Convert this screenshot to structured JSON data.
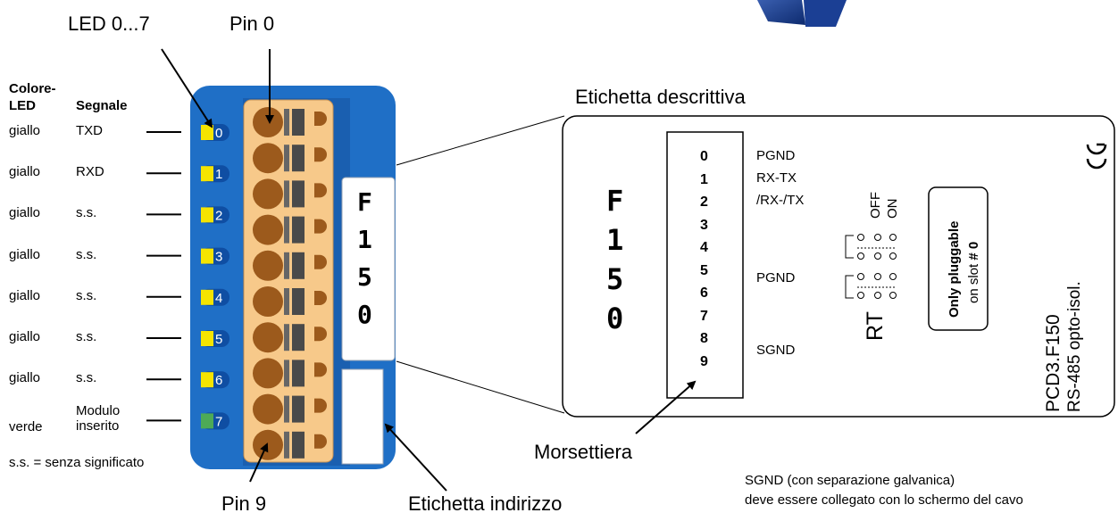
{
  "callouts": {
    "led_range": "LED 0...7",
    "pin0": "Pin 0",
    "pin9": "Pin 9",
    "address_label": "Etichetta indirizzo",
    "terminal_block": "Morsettiera",
    "descriptive_label": "Etichetta descrittiva"
  },
  "table": {
    "header_color_line1": "Colore-",
    "header_color_line2": "LED",
    "header_signal": "Segnale",
    "rows": [
      {
        "color": "giallo",
        "signal": "TXD",
        "led": "0",
        "led_color": "#f5e400"
      },
      {
        "color": "giallo",
        "signal": "RXD",
        "led": "1",
        "led_color": "#f5e400"
      },
      {
        "color": "giallo",
        "signal": "s.s.",
        "led": "2",
        "led_color": "#f5e400"
      },
      {
        "color": "giallo",
        "signal": "s.s.",
        "led": "3",
        "led_color": "#f5e400"
      },
      {
        "color": "giallo",
        "signal": "s.s.",
        "led": "4",
        "led_color": "#f5e400"
      },
      {
        "color": "giallo",
        "signal": "s.s.",
        "led": "5",
        "led_color": "#f5e400"
      },
      {
        "color": "giallo",
        "signal": "s.s.",
        "led": "6",
        "led_color": "#f5e400"
      },
      {
        "color": "verde",
        "signal_line1": "Modulo",
        "signal_line2": "inserito",
        "led": "7",
        "led_color": "#4daa57"
      }
    ],
    "footnote": "s.s. = senza significato"
  },
  "module": {
    "code_chars": [
      "F",
      "1",
      "5",
      "0"
    ],
    "body_color": "#1f6fc6",
    "terminal_color": "#f7c98a",
    "screw_color": "#9c5a1c"
  },
  "label": {
    "code_chars": [
      "F",
      "1",
      "5",
      "0"
    ],
    "pins": [
      "0",
      "1",
      "2",
      "3",
      "4",
      "5",
      "6",
      "7",
      "8",
      "9"
    ],
    "pin_signals": {
      "p0": "PGND",
      "p1": "RX-TX",
      "p2": "/RX-/TX",
      "p5": "PGND",
      "p8": "SGND"
    },
    "switch_off": "OFF",
    "switch_on": "ON",
    "rt": "RT",
    "only_pluggable": "Only pluggable",
    "on_slot": "on slot",
    "slot_no": "# 0",
    "product": "PCD3.F150",
    "desc": "RS-485 opto-isol.",
    "ce": "CE"
  },
  "note": {
    "line1": "SGND (con separazione galvanica)",
    "line2": "deve essere collegato con lo schermo del cavo"
  }
}
